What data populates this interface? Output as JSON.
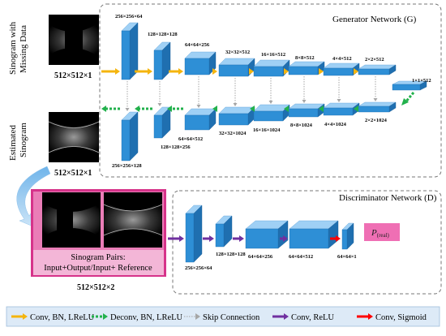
{
  "generator": {
    "title": "Generator Network (G)",
    "input_label": "Sinogram with Missing Data",
    "input_label_line1": "Sinogram with",
    "input_label_line2": "Missing Data",
    "input_size": "512×512×1",
    "output_label_line1": "Estimated",
    "output_label_line2": "Sinogram",
    "output_size": "512×512×1",
    "encoder_labels": [
      "256×256×64",
      "128×128×128",
      "64×64×256",
      "32×32×512",
      "16×16×512",
      "8×8×512",
      "4×4×512",
      "2×2×512",
      "1×1×512"
    ],
    "decoder_labels": [
      "256×256×128",
      "128×128×256",
      "64×64×512",
      "32×32×1024",
      "16×16×1024",
      "8×8×1024",
      "4×4×1024",
      "2×2×1024"
    ]
  },
  "discriminator": {
    "title": "Discriminator Network (D)",
    "pairs_title": "Sinogram Pairs:",
    "pairs_subtitle": "Input+Output/Input+ Reference",
    "pairs_size": "512×512×2",
    "layer_labels": [
      "256×256×64",
      "128×128×128",
      "64×64×256",
      "64×64×512",
      "64×64×1"
    ],
    "output_label": "P(real)",
    "output_label_main": "P",
    "output_label_sub": "(real)"
  },
  "legend": [
    {
      "label": "Conv, BN, LReLU",
      "color": "#f5b50e",
      "style": "solid"
    },
    {
      "label": "Deconv, BN, LReLU",
      "color": "#22b14c",
      "style": "dashed"
    },
    {
      "label": "Skip Connection",
      "color": "#a6a6a6",
      "style": "dotted"
    },
    {
      "label": "Conv, ReLU",
      "color": "#7030a0",
      "style": "solid"
    },
    {
      "label": "Conv, Sigmoid",
      "color": "#ff0000",
      "style": "solid"
    }
  ],
  "colors": {
    "block_front": "#2e8fd6",
    "block_top": "#9fd0f5",
    "block_side": "#1f6fb0",
    "pairs_border": "#d6338a",
    "pairs_fill": "#f0a9cf",
    "p_real_fill": "#ef6fb4",
    "legend_fill": "#ddeaf7",
    "arrow_blue": "#3f8fd8"
  }
}
